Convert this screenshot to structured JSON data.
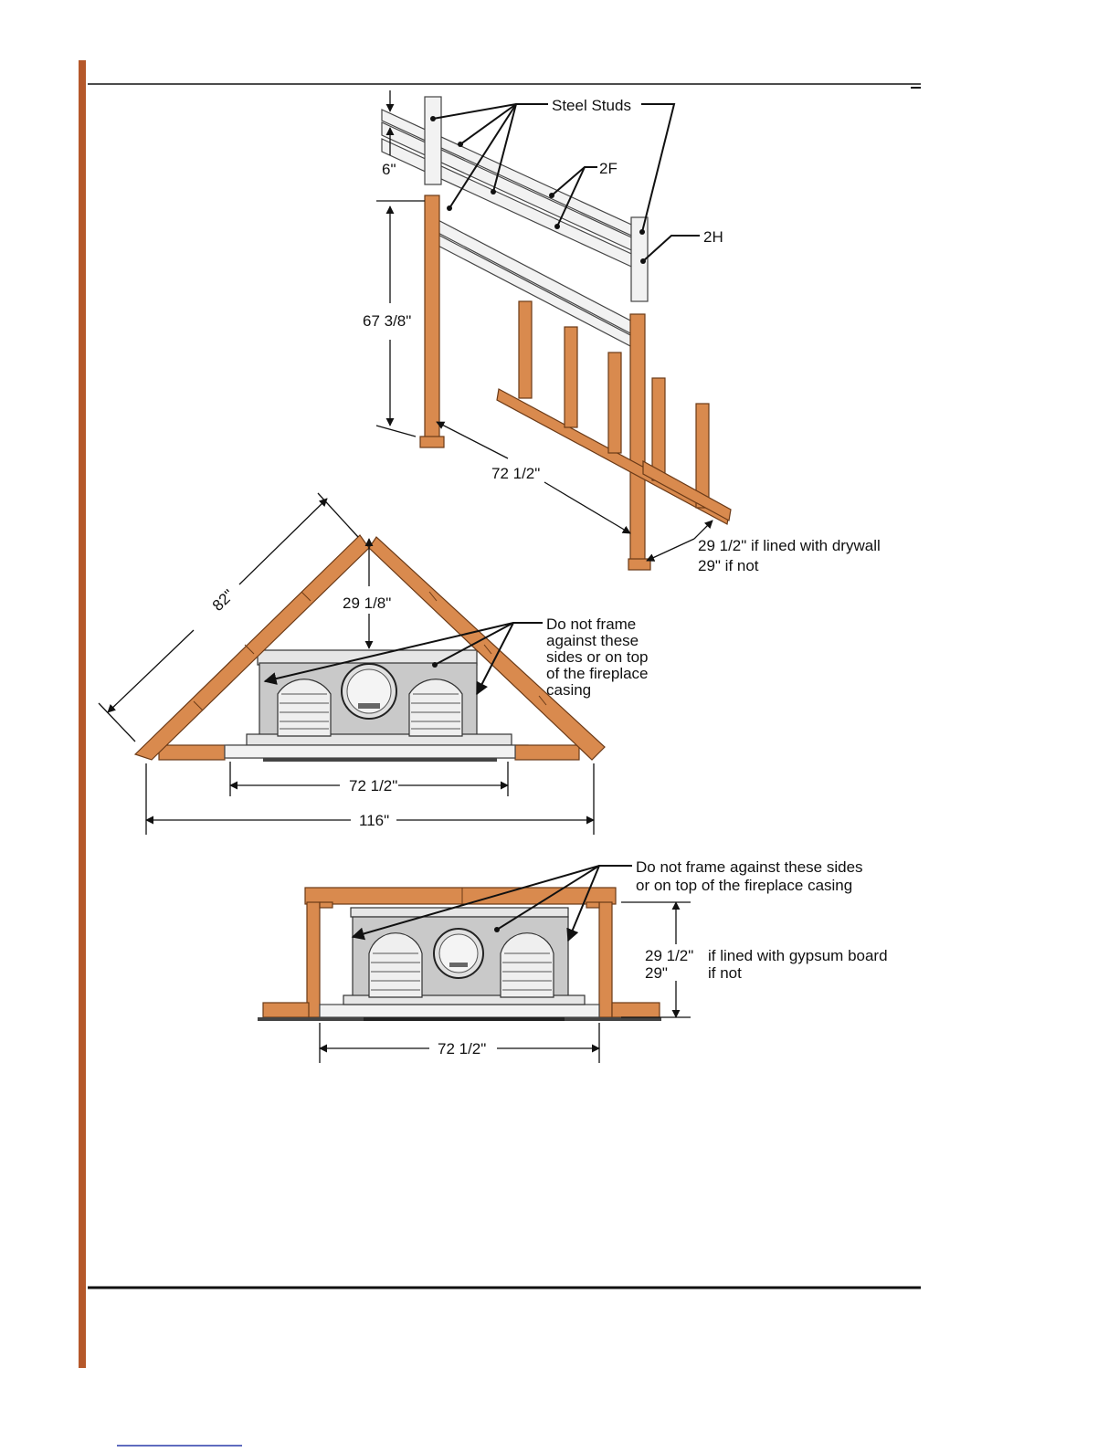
{
  "colors": {
    "accent_bar": "#b5582a",
    "wood": "#d98a4e",
    "steel": "#f2f2f2"
  },
  "top_view": {
    "steel_studs": "Steel Studs",
    "label_2f": "2F",
    "label_2h": "2H",
    "dim_6": "6\"",
    "dim_height": "67 3/8\"",
    "dim_width": "72 1/2\"",
    "depth_line1": "29 1/2\" if lined with drywall",
    "depth_line2": "29\" if not"
  },
  "corner_view": {
    "dim_diag": "82\"",
    "dim_depth": "29 1/8\"",
    "note": [
      "Do not frame",
      "against these",
      "sides or on top",
      "of the fireplace",
      "casing"
    ],
    "dim_inner": "72 1/2\"",
    "dim_outer": "116\""
  },
  "flat_view": {
    "note": [
      "Do not frame against these sides",
      "or on top of the fireplace casing"
    ],
    "dim_a": "29 1/2\"",
    "dim_b": "29\"",
    "cond_a": "if lined with gypsum board",
    "cond_b": "if not",
    "dim_width": "72 1/2\""
  }
}
